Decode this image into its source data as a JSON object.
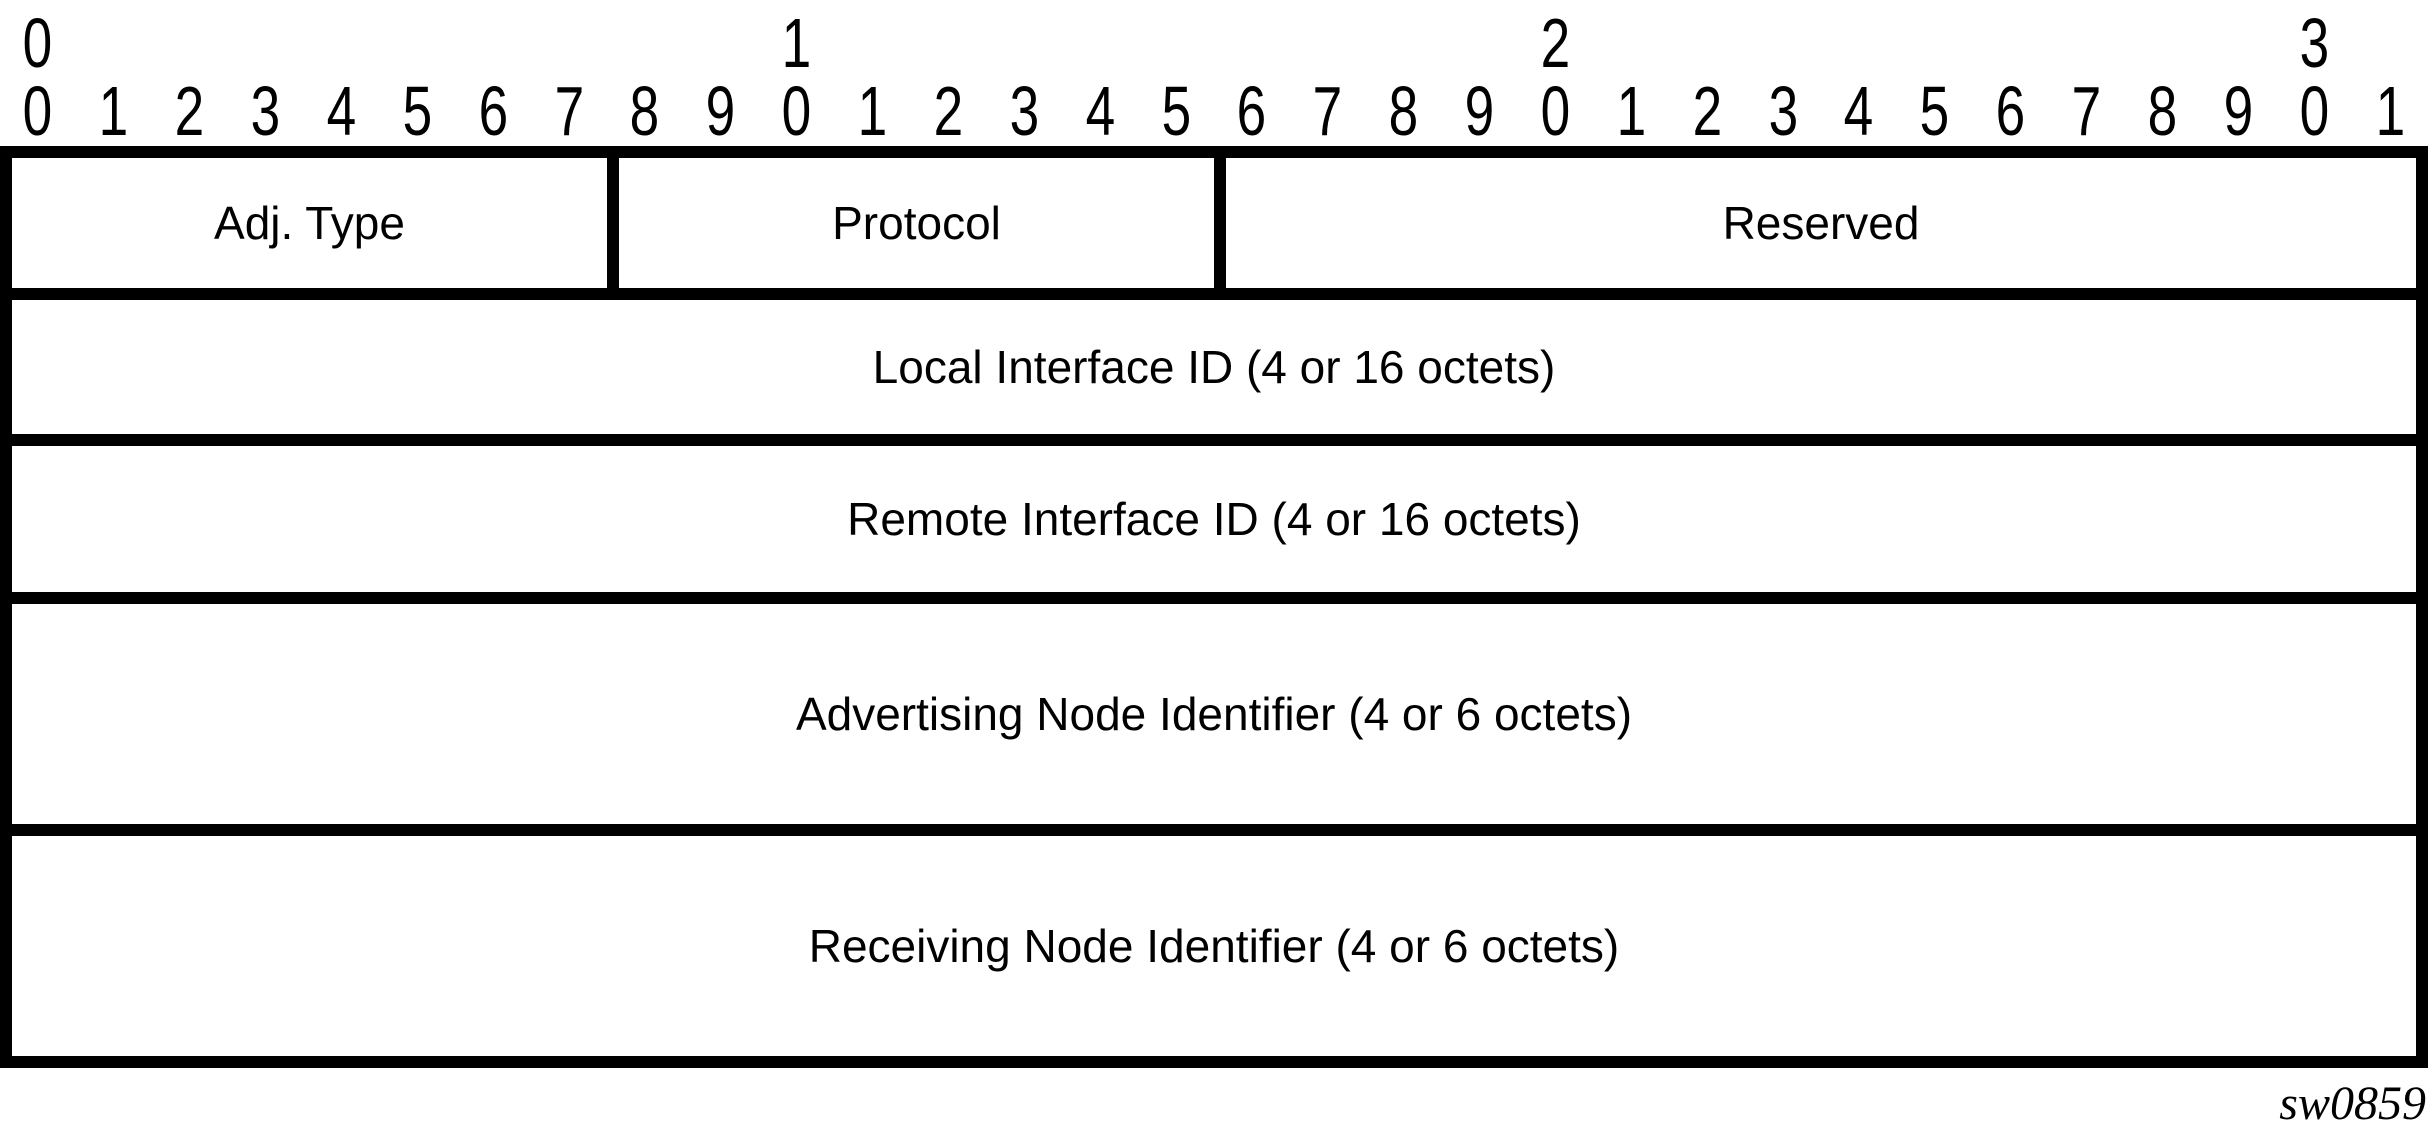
{
  "figure_id": "sw0859",
  "colors": {
    "line": "#000000",
    "background": "#ffffff",
    "text": "#000000"
  },
  "ruler": {
    "total_bits": 32,
    "tens": [
      {
        "label": "0",
        "bit": 0
      },
      {
        "label": "1",
        "bit": 10
      },
      {
        "label": "2",
        "bit": 20
      },
      {
        "label": "3",
        "bit": 30
      }
    ],
    "units": [
      "0",
      "1",
      "2",
      "3",
      "4",
      "5",
      "6",
      "7",
      "8",
      "9",
      "0",
      "1",
      "2",
      "3",
      "4",
      "5",
      "6",
      "7",
      "8",
      "9",
      "0",
      "1",
      "2",
      "3",
      "4",
      "5",
      "6",
      "7",
      "8",
      "9",
      "0",
      "1"
    ]
  },
  "packet": {
    "rows": [
      {
        "fields": [
          {
            "name": "adj-type",
            "label": "Adj. Type",
            "bits": 8
          },
          {
            "name": "protocol",
            "label": "Protocol",
            "bits": 8
          },
          {
            "name": "reserved",
            "label": "Reserved",
            "bits": 16
          }
        ]
      },
      {
        "fields": [
          {
            "name": "local-interface-id",
            "label": "Local Interface ID (4 or 16 octets)",
            "bits": 32
          }
        ]
      },
      {
        "fields": [
          {
            "name": "remote-interface-id",
            "label": "Remote Interface ID (4 or 16 octets)",
            "bits": 32
          }
        ]
      },
      {
        "fields": [
          {
            "name": "advertising-node-identifier",
            "label": "Advertising Node Identifier (4 or 6 octets)",
            "bits": 32
          }
        ]
      },
      {
        "fields": [
          {
            "name": "receiving-node-identifier",
            "label": "Receiving Node Identifier (4 or 6 octets)",
            "bits": 32
          }
        ]
      }
    ]
  }
}
